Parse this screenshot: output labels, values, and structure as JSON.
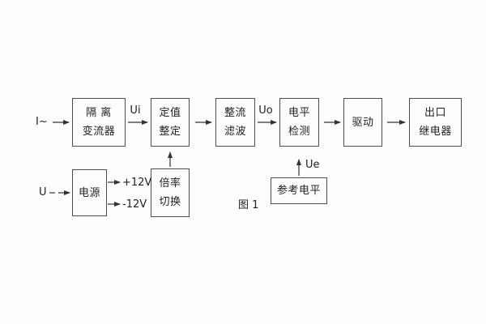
{
  "figure_caption": "图 1",
  "diagram": {
    "blocks": [
      {
        "name": "isolation-transformer",
        "line1": "隔 离",
        "line2": "变流器"
      },
      {
        "name": "setting-adjustment",
        "line1": "定值",
        "line2": "整定"
      },
      {
        "name": "rectify-filter",
        "line1": "整流",
        "line2": "滤波"
      },
      {
        "name": "level-detection",
        "line1": "电平",
        "line2": "检测"
      },
      {
        "name": "drive",
        "line1": "驱动"
      },
      {
        "name": "output-relay",
        "line1": "出口",
        "line2": "继电器"
      },
      {
        "name": "power-supply",
        "line1": "电源"
      },
      {
        "name": "ratio-switch",
        "line1": "倍率",
        "line2": "切换"
      },
      {
        "name": "reference-level",
        "line1": "参考电平"
      }
    ],
    "labels": {
      "input_current": "I~",
      "input_voltage": "U",
      "ui": "Ui",
      "uo": "Uo",
      "ue": "Ue",
      "plus_12v": "+12V",
      "minus_12v": "-12V"
    },
    "colors": {
      "line": "#333333",
      "text": "#222222",
      "background": "#fdfdfd"
    }
  }
}
